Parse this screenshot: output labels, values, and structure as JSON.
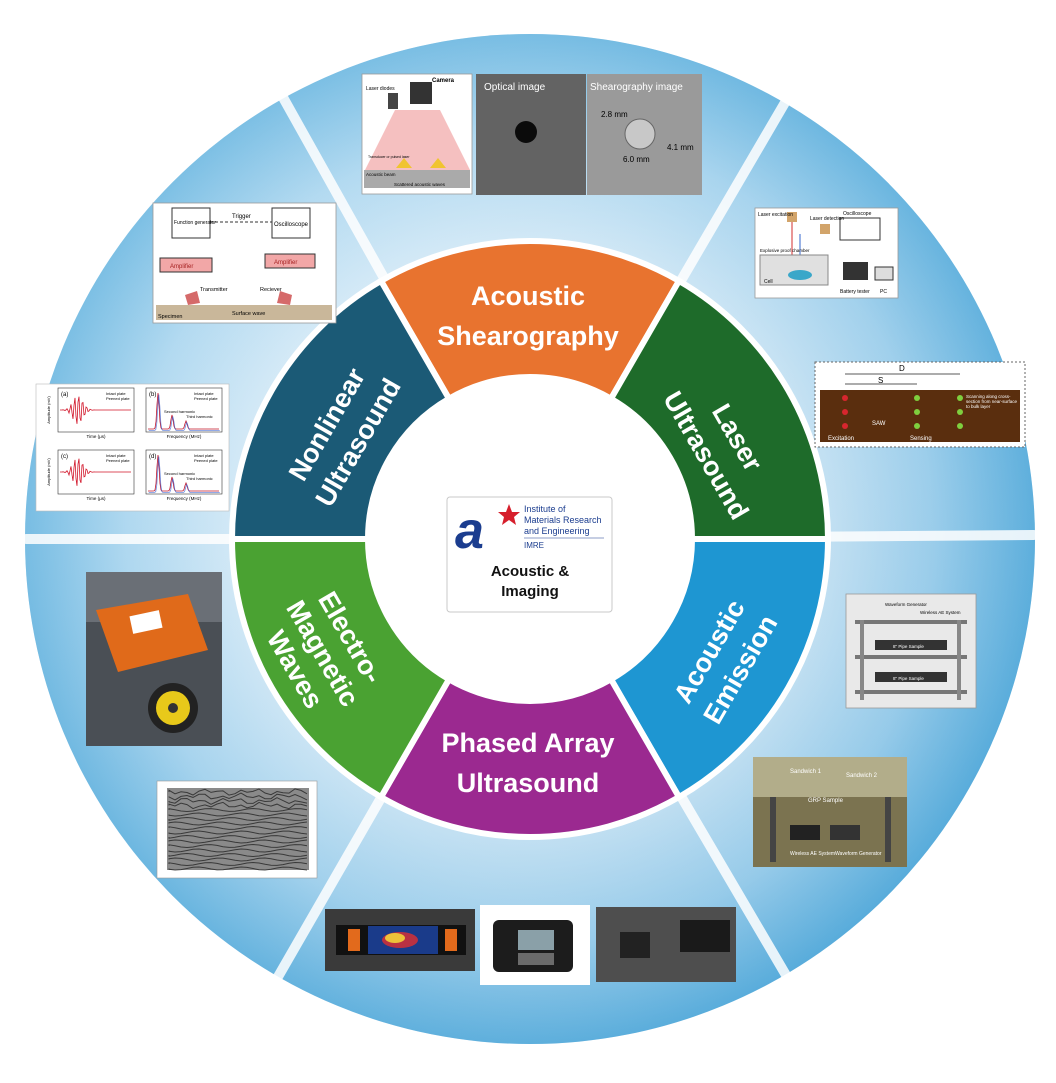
{
  "colors": {
    "ring_light": "#cfe8f6",
    "ring_mid": "#8cc7e9",
    "ring_dark": "#4fa6d8",
    "acoustic_shearography": "#e8732f",
    "laser_ultrasound": "#1e6b2a",
    "acoustic_emission": "#1e96d2",
    "phased_array_ultrasound": "#9b2990",
    "electromagnetic_waves": "#4aa232",
    "nonlinear_ultrasound": "#1b5a76",
    "logo_blue": "#1b3d8f",
    "logo_red": "#d61f2c"
  },
  "center": {
    "logo_line1": "Institute of",
    "logo_line2": "Materials Research",
    "logo_line3": "and Engineering",
    "logo_abbrev": "IMRE",
    "title_line1": "Acoustic &",
    "title_line2": "Imaging"
  },
  "segments": {
    "acoustic_shearography": {
      "line1": "Acoustic",
      "line2": "Shearography"
    },
    "laser_ultrasound": {
      "line1": "Laser",
      "line2": "Ultrasound"
    },
    "acoustic_emission": {
      "line1": "Acoustic",
      "line2": "Emission"
    },
    "phased_array_ultrasound": {
      "line1": "Phased Array",
      "line2": "Ultrasound"
    },
    "electromagnetic_waves": {
      "line1": "Electro-",
      "line2": "Magnetic",
      "line3": "Waves"
    },
    "nonlinear_ultrasound": {
      "line1": "Nonlinear",
      "line2": "Ultrasound"
    }
  },
  "figures": {
    "shearography_setup": {
      "camera": "Camera",
      "laser_diodes": "Laser diodes",
      "transducer": "Transducer or pulsed laser",
      "acoustic_beam": "Acoustic beam",
      "scattered": "Scattered acoustic waves"
    },
    "optical_image": {
      "title": "Optical image"
    },
    "shearography_image": {
      "title": "Shearography image",
      "dim1": "2.8 mm",
      "dim2": "4.1 mm",
      "dim3": "6.0 mm"
    },
    "laser_setup": {
      "laser_excitation": "Laser excitation",
      "laser_detection": "Laser detection",
      "oscilloscope": "Oscilloscope",
      "chamber": "Explosive proof chamber",
      "cell": "Cell",
      "battery": "Battery tester",
      "pc": "PC"
    },
    "saw_diagram": {
      "d": "D",
      "s": "S",
      "saw": "SAW",
      "excitation": "Excitation",
      "sensing": "Sensing",
      "note": "Scanning along cross-section from near-surface to bulk layer"
    },
    "ae_photo1": {
      "label1": "Waveform Generator",
      "label2": "Wireless AE System",
      "label3": "8\" Pipe Sample",
      "label4": "8\" Pipe Sample"
    },
    "ae_photo2": {
      "label1": "GRP Sample",
      "label2": "Sandwich 1",
      "label3": "Sandwich 2",
      "label4": "Wireless AE System",
      "label5": "Waveform Generator"
    },
    "nonlinear_setup": {
      "function_generator": "Function generator",
      "trigger": "Trigger",
      "oscilloscope": "Oscilloscope",
      "amplifier": "Amplifier",
      "transmitter": "Transmitter",
      "receiver": "Reciever",
      "specimen": "Specimen",
      "surface_wave": "Surface wave"
    },
    "nonlinear_plots": {
      "a": "(a)",
      "b": "(b)",
      "c": "(c)",
      "d": "(d)",
      "legend1": "Intact plate",
      "legend2": "Peened plate",
      "xlabel_time": "Time (μs)",
      "xlabel_freq": "Frequency (MHz)",
      "ylabel_amp": "Amplitude (mV)",
      "second": "Second harmonic",
      "third": "Third harmonic"
    }
  }
}
